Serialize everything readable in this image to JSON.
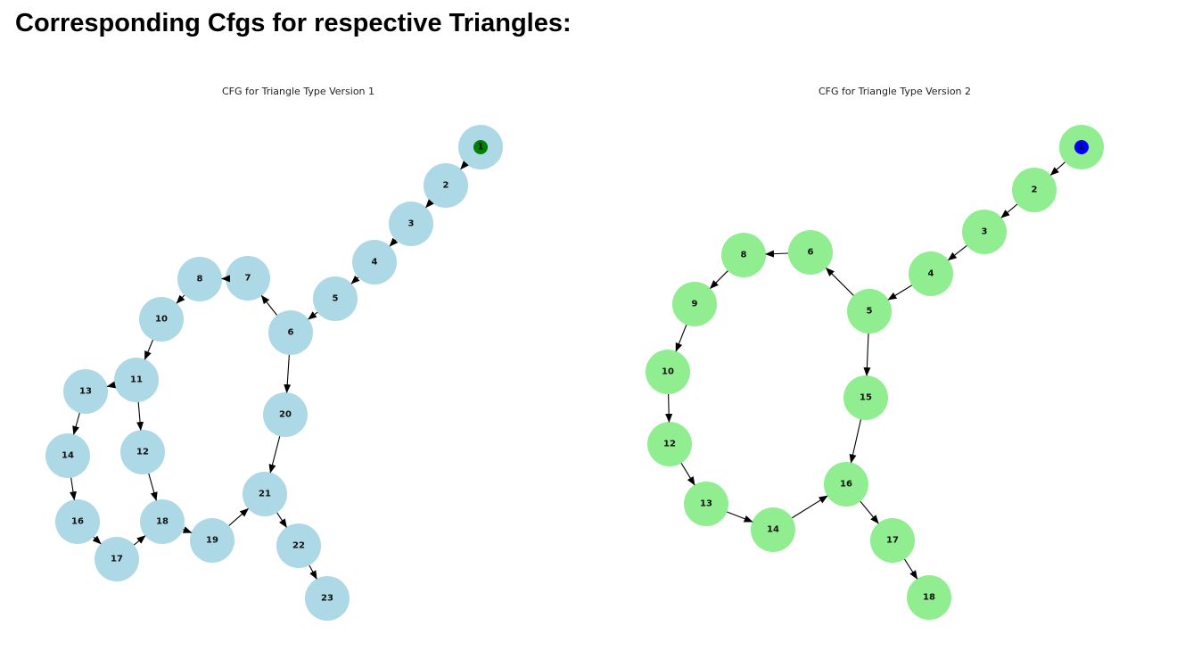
{
  "heading": "Corresponding Cfgs for respective Triangles:",
  "graphs": [
    {
      "title": "CFG for Triangle Type Version 1",
      "node_color": "#add8e6",
      "start_marker_color": "#008000",
      "nodes": [
        "1",
        "2",
        "3",
        "4",
        "5",
        "6",
        "7",
        "8",
        "10",
        "11",
        "12",
        "13",
        "14",
        "16",
        "17",
        "18",
        "19",
        "20",
        "21",
        "22",
        "23"
      ],
      "edges": [
        [
          "1",
          "2"
        ],
        [
          "2",
          "3"
        ],
        [
          "3",
          "4"
        ],
        [
          "4",
          "5"
        ],
        [
          "5",
          "6"
        ],
        [
          "6",
          "7"
        ],
        [
          "7",
          "8"
        ],
        [
          "8",
          "10"
        ],
        [
          "10",
          "11"
        ],
        [
          "11",
          "13"
        ],
        [
          "11",
          "12"
        ],
        [
          "13",
          "14"
        ],
        [
          "14",
          "16"
        ],
        [
          "16",
          "17"
        ],
        [
          "17",
          "18"
        ],
        [
          "12",
          "18"
        ],
        [
          "18",
          "19"
        ],
        [
          "19",
          "21"
        ],
        [
          "6",
          "20"
        ],
        [
          "20",
          "21"
        ],
        [
          "21",
          "22"
        ],
        [
          "22",
          "23"
        ]
      ]
    },
    {
      "title": "CFG for Triangle Type Version 2",
      "node_color": "#90ee90",
      "start_marker_color": "#0000ff",
      "nodes": [
        "1",
        "2",
        "3",
        "4",
        "5",
        "6",
        "8",
        "9",
        "10",
        "12",
        "13",
        "14",
        "15",
        "16",
        "17",
        "18"
      ],
      "edges": [
        [
          "1",
          "2"
        ],
        [
          "2",
          "3"
        ],
        [
          "3",
          "4"
        ],
        [
          "4",
          "5"
        ],
        [
          "5",
          "6"
        ],
        [
          "6",
          "8"
        ],
        [
          "8",
          "9"
        ],
        [
          "9",
          "10"
        ],
        [
          "10",
          "12"
        ],
        [
          "12",
          "13"
        ],
        [
          "13",
          "14"
        ],
        [
          "14",
          "16"
        ],
        [
          "5",
          "15"
        ],
        [
          "15",
          "16"
        ],
        [
          "16",
          "17"
        ],
        [
          "17",
          "18"
        ]
      ]
    }
  ]
}
